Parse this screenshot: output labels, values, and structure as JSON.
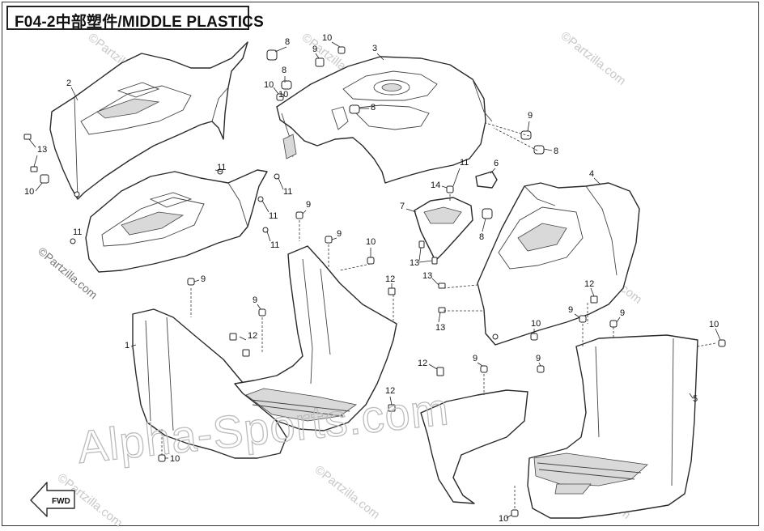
{
  "title": "F04-2中部塑件/MIDDLE PLASTICS",
  "watermarks": {
    "partzilla": "©Partzilla.com",
    "alpha": "Alpha-Sports.com"
  },
  "fwd_label": "FWD",
  "callouts": {
    "c1": "1",
    "c2": "2",
    "c3": "3",
    "c4": "4",
    "c5": "5",
    "c6": "6",
    "c7": "7",
    "c8a": "8",
    "c8b": "8",
    "c8c": "8",
    "c8d": "8",
    "c8e": "8",
    "c9a": "9",
    "c9b": "9",
    "c9c": "9",
    "c9d": "9",
    "c9e": "9",
    "c9f": "9",
    "c9g": "9",
    "c9h": "9",
    "c9i": "9",
    "c9j": "9",
    "c10a": "10",
    "c10b": "10",
    "c10c": "10",
    "c10d": "10",
    "c10e": "10",
    "c10f": "10",
    "c10g": "10",
    "c10h": "10",
    "c10i": "10",
    "c11a": "11",
    "c11b": "11",
    "c11c": "11",
    "c11d": "11",
    "c11e": "11",
    "c11f": "11",
    "c12a": "12",
    "c12b": "12",
    "c12c": "12",
    "c12d": "12",
    "c12e": "12",
    "c13a": "13",
    "c13b": "13",
    "c13c": "13",
    "c13d": "13",
    "c14": "14"
  }
}
